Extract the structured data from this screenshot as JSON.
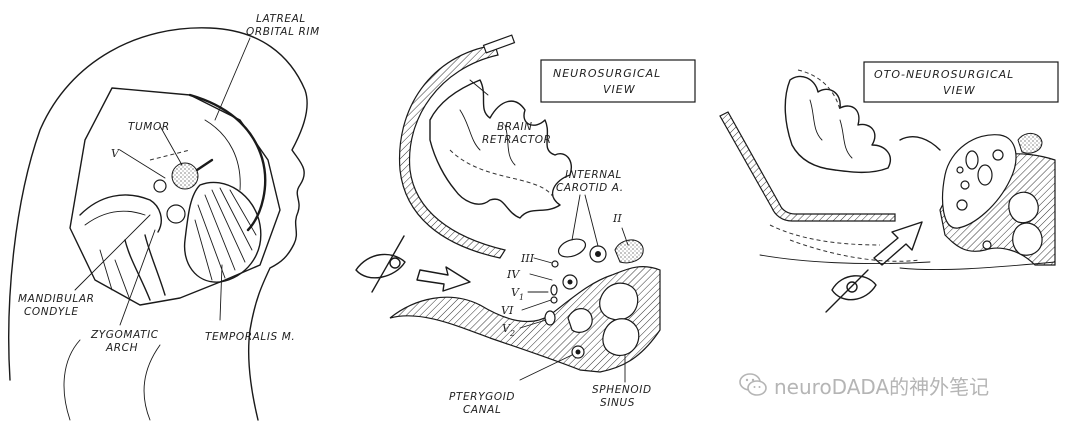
{
  "panels": {
    "left": {
      "labels": {
        "lateral_rim_1": "LATREAL",
        "lateral_rim_2": "ORBITAL RIM",
        "tumor": "TUMOR",
        "trigeminal": "V",
        "mandibular_1": "MANDIBULAR",
        "mandibular_2": "CONDYLE",
        "zygomatic_1": "ZYGOMATIC",
        "zygomatic_2": "ARCH",
        "temporalis": "TEMPORALIS M."
      }
    },
    "middle": {
      "box_label_1": "NEUROSURGICAL",
      "box_label_2": "VIEW",
      "labels": {
        "retractor_1": "BRAIN",
        "retractor_2": "RETRACTOR",
        "carotid_1": "INTERNAL",
        "carotid_2": "CAROTID A.",
        "pterygoid_1": "PTERYGOID",
        "pterygoid_2": "CANAL",
        "sphenoid_1": "SPHENOID",
        "sphenoid_2": "SINUS"
      },
      "nerves": {
        "II": "II",
        "III": "III",
        "IV": "IV",
        "V1": "V",
        "V1_sub": "1",
        "VI": "VI",
        "V2": "V",
        "V2_sub": "2"
      }
    },
    "right": {
      "box_label_1": "OTO-NEUROSURGICAL",
      "box_label_2": "VIEW"
    }
  },
  "watermark": {
    "text": "neuroDADA的神外笔记",
    "icon": "wechat-icon"
  }
}
